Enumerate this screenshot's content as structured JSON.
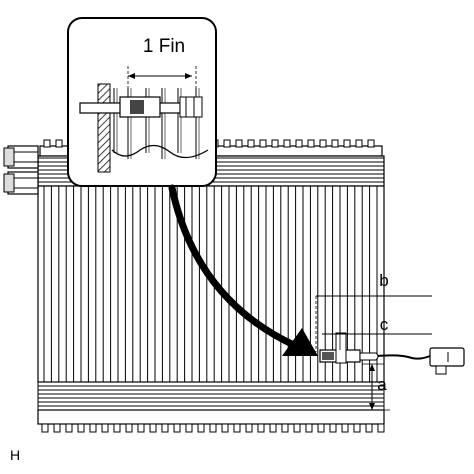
{
  "inset": {
    "title": "1 Fin"
  },
  "labels": {
    "a": "a",
    "b": "b",
    "c": "c"
  },
  "corner_mark": "H"
}
